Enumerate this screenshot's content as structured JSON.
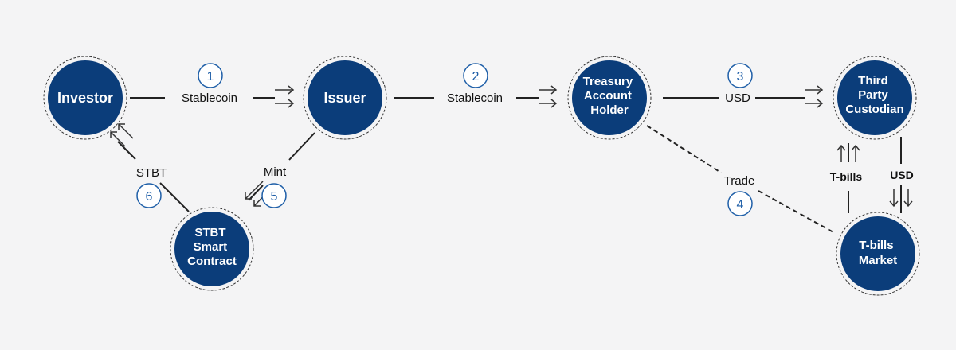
{
  "colors": {
    "node_fill": "#0b3d7a",
    "node_ring": "#333333",
    "line": "#222222",
    "step_circle": "#1f5fa8",
    "background": "#f4f4f5"
  },
  "nodes": {
    "investor": {
      "lines": [
        "Investor"
      ]
    },
    "issuer": {
      "lines": [
        "Issuer"
      ]
    },
    "treasury": {
      "lines": [
        "Treasury",
        "Account",
        "Holder"
      ]
    },
    "custodian": {
      "lines": [
        "Third",
        "Party",
        "Custodian"
      ]
    },
    "stbt": {
      "lines": [
        "STBT",
        "Smart",
        "Contract"
      ]
    },
    "tbills": {
      "lines": [
        "T-bills",
        "Market"
      ]
    }
  },
  "edges": {
    "e1": {
      "label": "Stablecoin",
      "step": "1"
    },
    "e2": {
      "label": "Stablecoin",
      "step": "2"
    },
    "e3": {
      "label": "USD",
      "step": "3"
    },
    "e4": {
      "label": "Trade",
      "step": "4"
    },
    "e5": {
      "label": "Mint",
      "step": "5"
    },
    "e6": {
      "label": "STBT",
      "step": "6"
    },
    "e_tbills": {
      "label": "T-bills"
    },
    "e_usd_down": {
      "label": "USD"
    }
  }
}
